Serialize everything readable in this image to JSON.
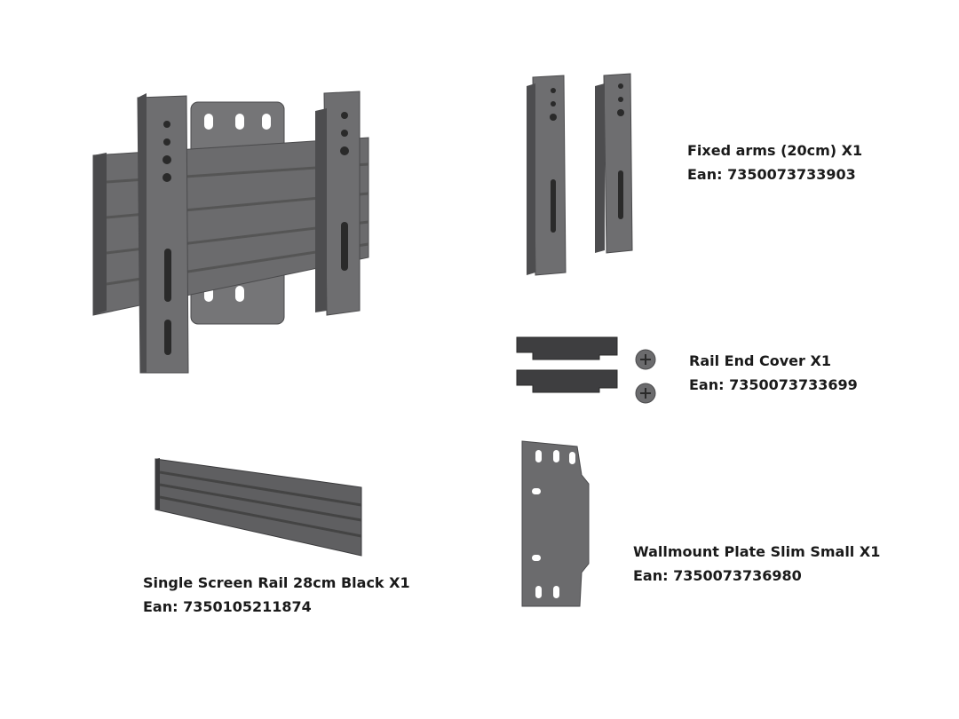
{
  "products": [
    {
      "id": "assembly",
      "name": "",
      "ean": ""
    },
    {
      "id": "fixed-arms",
      "name": "Fixed arms (20cm) X1",
      "ean": "Ean: 7350073733903"
    },
    {
      "id": "rail-end-cover",
      "name": "Rail End Cover X1",
      "ean": "Ean: 7350073733699"
    },
    {
      "id": "single-screen-rail",
      "name": "Single Screen Rail 28cm Black X1",
      "ean": "Ean: 7350105211874"
    },
    {
      "id": "wallmount-plate",
      "name": "Wallmount Plate Slim Small X1",
      "ean": "Ean: 7350073736980"
    }
  ],
  "colors": {
    "metal": "#6b6b6d",
    "metal_dark": "#4a4a4c",
    "metal_light": "#8a8a8c",
    "text": "#1a1a1a"
  }
}
